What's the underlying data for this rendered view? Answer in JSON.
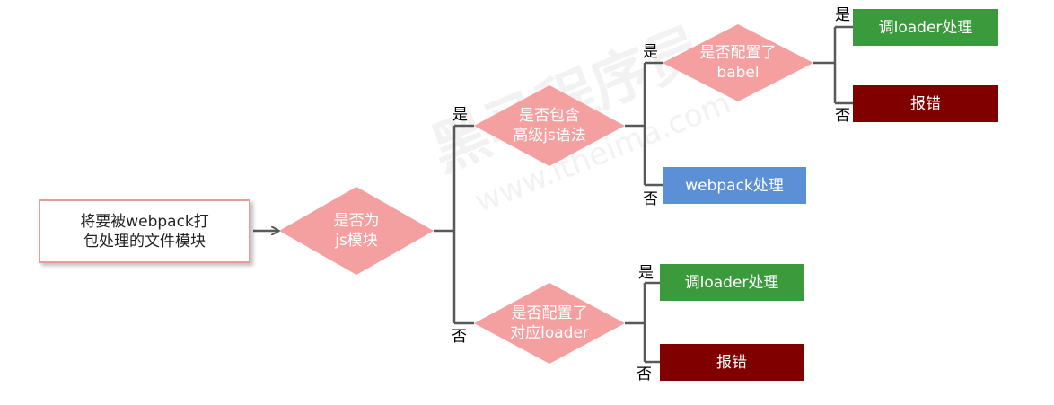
{
  "watermark": {
    "brand": "黑马程序员",
    "url": "www.itheima.com"
  },
  "start": {
    "line1": "将要被webpack打",
    "line2": "包处理的文件模块"
  },
  "decision_js": {
    "line1": "是否为",
    "line2": "js模块"
  },
  "decision_advanced": {
    "line1": "是否包含",
    "line2": "高级js语法"
  },
  "decision_babel": {
    "line1": "是否配置了",
    "line2": "babel"
  },
  "decision_loader": {
    "line1": "是否配置了",
    "line2": "对应loader"
  },
  "result_babel_yes": "调loader处理",
  "result_babel_no": "报错",
  "result_webpack": "webpack处理",
  "result_loader_yes": "调loader处理",
  "result_loader_no": "报错",
  "labels": {
    "js_yes": "是",
    "js_no": "否",
    "adv_yes": "是",
    "adv_no": "否",
    "babel_yes": "是",
    "babel_no": "否",
    "loader_yes": "是",
    "loader_no": "否"
  },
  "colors": {
    "diamond": "#f4a0a0",
    "connector": "#595959",
    "start_border": "#e99a9a",
    "ok_box": "#3b9a3b",
    "error_box": "#800000",
    "webpack_box": "#5b8fd6"
  }
}
